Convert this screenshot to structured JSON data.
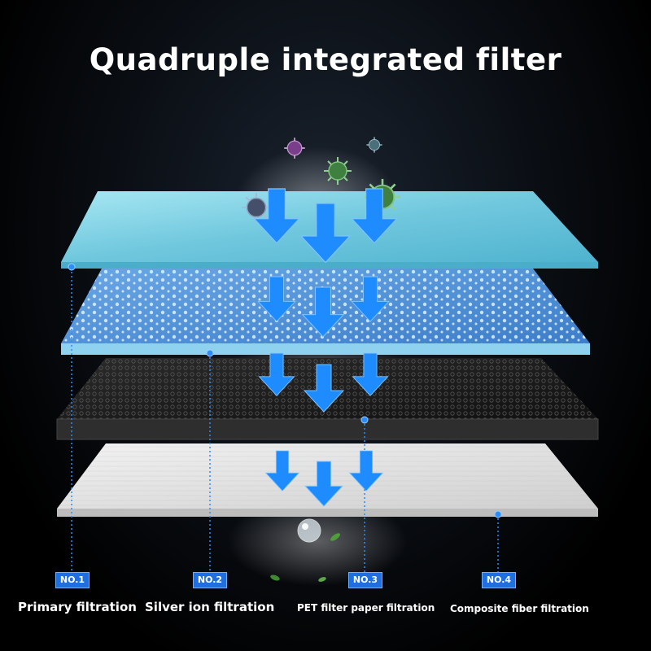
{
  "title": "Quadruple integrated filter",
  "layers": [
    {
      "tag": "NO.1",
      "label": "Primary filtration"
    },
    {
      "tag": "NO.2",
      "label": "Silver ion filtration"
    },
    {
      "tag": "NO.3",
      "label": "PET filter paper filtration"
    },
    {
      "tag": "NO.4",
      "label": "Composite fiber filtration"
    }
  ],
  "colors": {
    "arrow": "#1e8cff",
    "tag": "#1f6fe0",
    "dot": "#2a8cff",
    "layer1": "#7fd3e6",
    "layer2": "#4f8fd6",
    "layer3": "#1a1a1a",
    "layer4": "#e6e6e6"
  },
  "icons": [
    "virus-icon",
    "water-droplet-icon",
    "leaf-icon",
    "down-arrow-icon"
  ]
}
